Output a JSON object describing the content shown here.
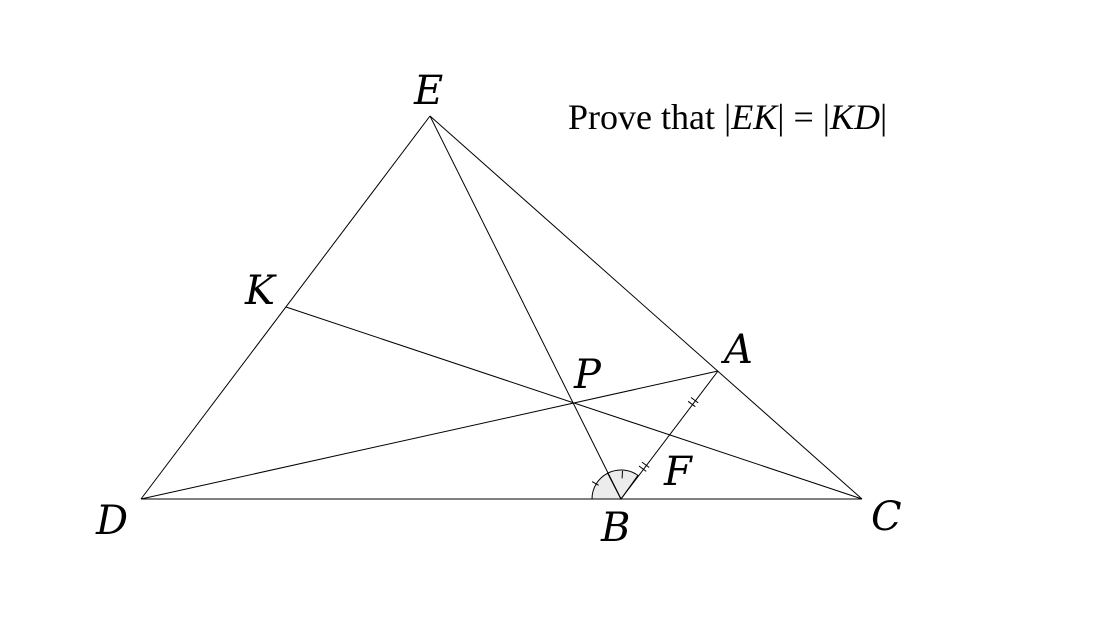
{
  "problem": {
    "prefix": "Prove that ",
    "bar1": "|",
    "seg1": "EK",
    "bar2": "|",
    "eq": " = ",
    "bar3": "|",
    "seg2": "KD",
    "bar4": "|"
  },
  "points": {
    "E": "E",
    "K": "K",
    "A": "A",
    "P": "P",
    "F": "F",
    "D": "D",
    "B": "B",
    "C": "C"
  },
  "segments": [
    [
      "D",
      "E"
    ],
    [
      "E",
      "C"
    ],
    [
      "D",
      "C"
    ],
    [
      "E",
      "B"
    ],
    [
      "K",
      "C"
    ],
    [
      "D",
      "A"
    ],
    [
      "B",
      "A"
    ]
  ],
  "marks": {
    "equal_segments": [
      [
        "B",
        "F"
      ],
      [
        "F",
        "A"
      ]
    ],
    "equal_angles_at": "B"
  }
}
